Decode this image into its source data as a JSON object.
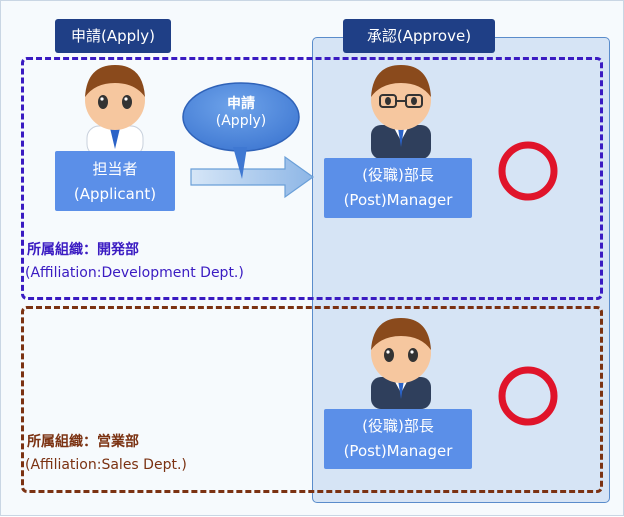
{
  "headers": {
    "apply": "申請(Apply)",
    "approve": "承認(Approve)"
  },
  "bubble": {
    "line1": "申請",
    "line2": "(Apply)"
  },
  "applicant": {
    "line1": "担当者",
    "line2": "(Applicant)"
  },
  "org_dev": {
    "title": "所属組織：開発部",
    "subtitle": "(Affiliation:Development Dept.)",
    "manager": {
      "line1": "(役職)部長",
      "line2": "(Post)Manager"
    }
  },
  "org_sales": {
    "title": "所属組織：営業部",
    "subtitle": "(Affiliation:Sales Dept.)",
    "manager": {
      "line1": "(役職)部長",
      "line2": "(Post)Manager"
    }
  },
  "colors": {
    "header": "#1f3f86",
    "dev_border": "#3a1bc2",
    "sales_border": "#7b3212",
    "approve_mark": "#e0142a",
    "role_box": "#5b8fe8"
  },
  "icons": [
    "applicant-avatar-icon",
    "manager-glasses-avatar-icon",
    "manager-avatar-icon",
    "arrow-right-icon",
    "speech-bubble-icon",
    "approved-circle-icon"
  ]
}
